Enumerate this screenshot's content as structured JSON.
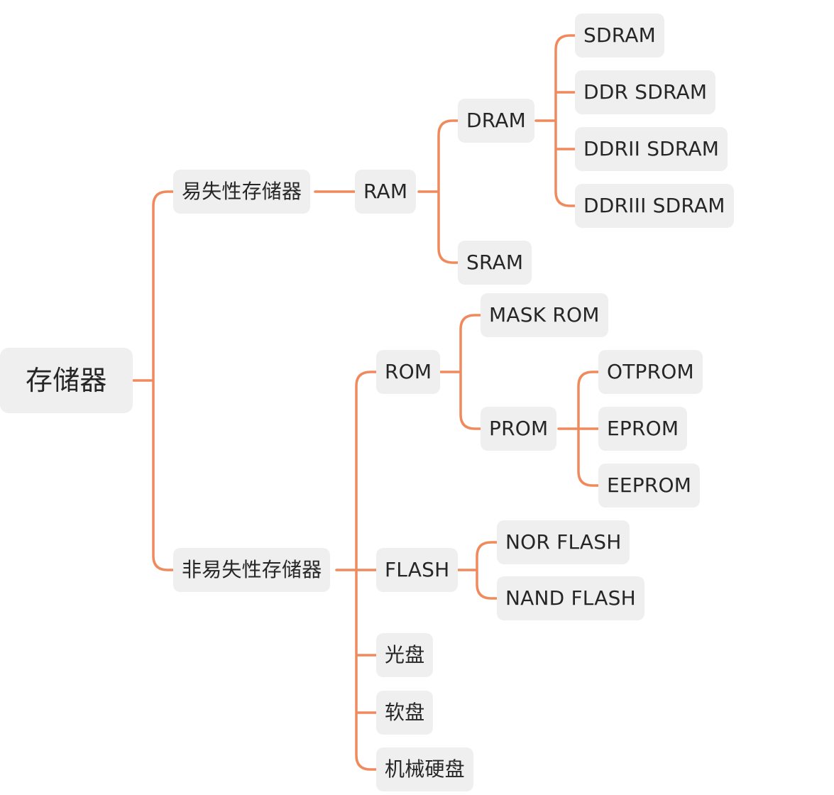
{
  "mindmap": {
    "root": "存储器",
    "volatile": "易失性存储器",
    "nonvolatile": "非易失性存储器",
    "ram": "RAM",
    "dram": "DRAM",
    "sram": "SRAM",
    "sdram": "SDRAM",
    "ddr_sdram": "DDR SDRAM",
    "ddrii_sdram": "DDRII SDRAM",
    "ddriii_sdram": "DDRIII SDRAM",
    "rom": "ROM",
    "mask_rom": "MASK ROM",
    "prom": "PROM",
    "otprom": "OTPROM",
    "eprom": "EPROM",
    "eeprom": "EEPROM",
    "flash": "FLASH",
    "nor_flash": "NOR FLASH",
    "nand_flash": "NAND FLASH",
    "optical_disc": "光盘",
    "floppy_disk": "软盘",
    "hard_disk": "机械硬盘"
  },
  "colors": {
    "connector": "#f08a5d",
    "node_bg": "#efefef",
    "text": "#262626"
  }
}
